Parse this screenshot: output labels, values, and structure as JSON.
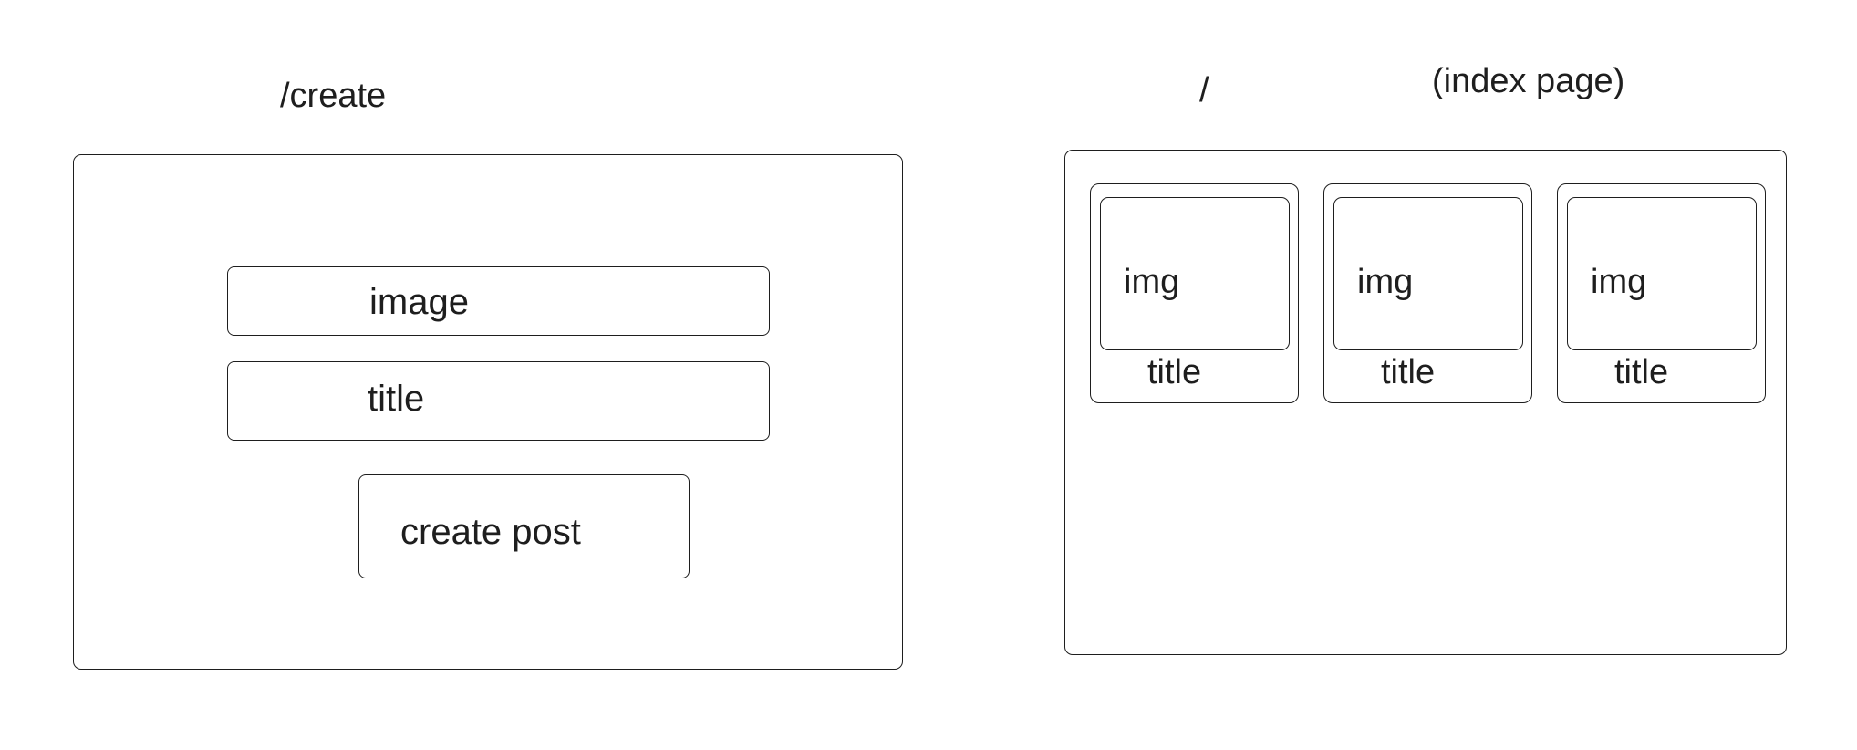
{
  "create_page": {
    "route_label": "/create",
    "image_field_label": "image",
    "title_field_label": "title",
    "submit_button_label": "create post"
  },
  "index_page": {
    "route_label": "/",
    "page_label": "(index page)",
    "cards": [
      {
        "img_label": "img",
        "title_label": "title"
      },
      {
        "img_label": "img",
        "title_label": "title"
      },
      {
        "img_label": "img",
        "title_label": "title"
      }
    ]
  }
}
